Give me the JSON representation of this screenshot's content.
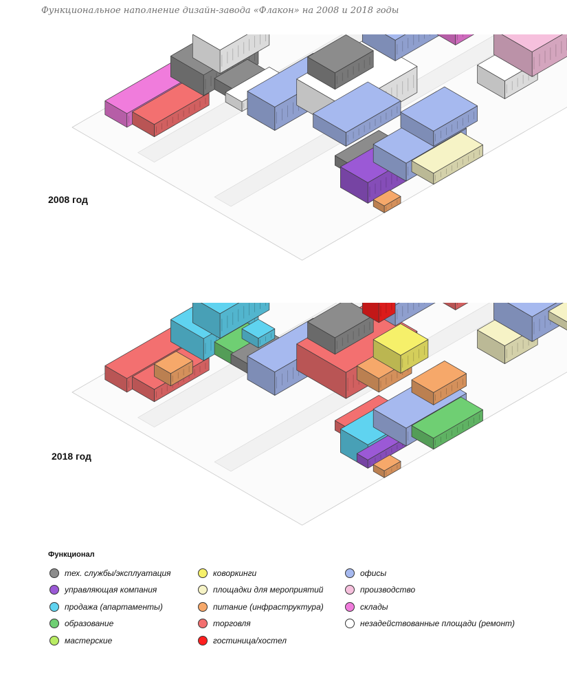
{
  "title": "Функциональное наполнение дизайн-завода «Флакон» на 2008 и 2018 годы",
  "maps": [
    {
      "year_label": "2008 год"
    },
    {
      "year_label": "2018 год"
    }
  ],
  "legend": {
    "title": "Функционал",
    "items": [
      {
        "label": "тех. службы/эксплуатация",
        "color": "#8c8c8c"
      },
      {
        "label": "управляющая компания",
        "color": "#9b59d6"
      },
      {
        "label": "продажа (апартаменты)",
        "color": "#5fd3f0"
      },
      {
        "label": "образование",
        "color": "#6fcf73"
      },
      {
        "label": "мастерские",
        "color": "#b9ec63"
      },
      {
        "label": "коворкинги",
        "color": "#f6f06a"
      },
      {
        "label": "площадки для мероприятий",
        "color": "#f6f3c6"
      },
      {
        "label": "питание (инфраструктура)",
        "color": "#f6a86a"
      },
      {
        "label": "торговля",
        "color": "#f37070"
      },
      {
        "label": "гостиница/хостел",
        "color": "#ff1f1f"
      },
      {
        "label": "офисы",
        "color": "#a6b9ef"
      },
      {
        "label": "производство",
        "color": "#f6c0dd"
      },
      {
        "label": "склады",
        "color": "#f07cdc"
      },
      {
        "label": "незадействованные площади (ремонт)",
        "color": "#ffffff"
      }
    ]
  }
}
